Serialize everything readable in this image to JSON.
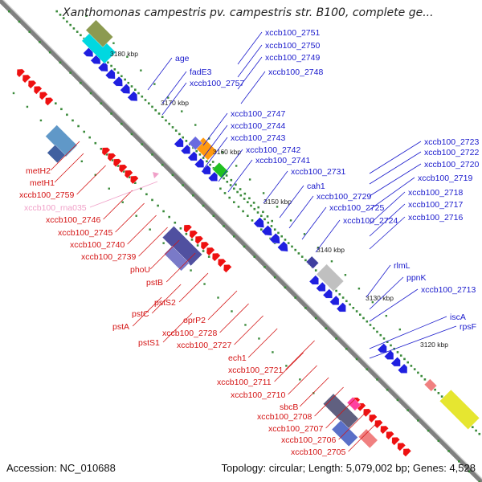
{
  "title": "Xanthomonas campestris pv. campestris str. B100, complete ge...",
  "accession": "Accession: NC_010688",
  "summary": "Topology: circular; Length: 5,079,002 bp; Genes: 4,528",
  "colors": {
    "backbone": "#808080",
    "plus_strand_label": "#1a1acc",
    "minus_strand_label": "#d41414",
    "rna_label": "#f0a0c8",
    "tick_marks": "#3a8a3a",
    "plus_gene": "#1f1fe0",
    "minus_gene": "#ee1111"
  },
  "scale_labels": [
    "3180 kbp",
    "3170 kbp",
    "3160 kbp",
    "3150 kbp",
    "3140 kbp",
    "3130 kbp",
    "3120 kbp"
  ],
  "plus_strand_labels": [
    "xccb100_2751",
    "xccb100_2750",
    "age",
    "xccb100_2749",
    "fadE3",
    "xccb100_2748",
    "xccb100_2757",
    "xccb100_2747",
    "xccb100_2744",
    "xccb100_2743",
    "xccb100_2742",
    "xccb100_2741",
    "xccb100_2731",
    "cah1",
    "xccb100_2729",
    "xccb100_2725",
    "xccb100_2724",
    "xccb100_2723",
    "xccb100_2722",
    "xccb100_2720",
    "xccb100_2719",
    "xccb100_2718",
    "xccb100_2717",
    "xccb100_2716",
    "rlmL",
    "ppnK",
    "xccb100_2713",
    "iscA",
    "rpsF"
  ],
  "minus_strand_labels": [
    "metH2",
    "metH1",
    "xccb100_2759",
    "xccb100_2746",
    "xccb100_2745",
    "xccb100_2740",
    "xccb100_2739",
    "phoU",
    "pstB",
    "pstS2",
    "pstC",
    "pstA",
    "pstS1",
    "oprP2",
    "xccb100_2728",
    "xccb100_2727",
    "ech1",
    "xccb100_2721",
    "xccb100_2711",
    "xccb100_2710",
    "sbcB",
    "xccb100_2708",
    "xccb100_2707",
    "xccb100_2706",
    "xccb100_2705"
  ],
  "rna_labels": [
    "xccb100_rna035"
  ]
}
